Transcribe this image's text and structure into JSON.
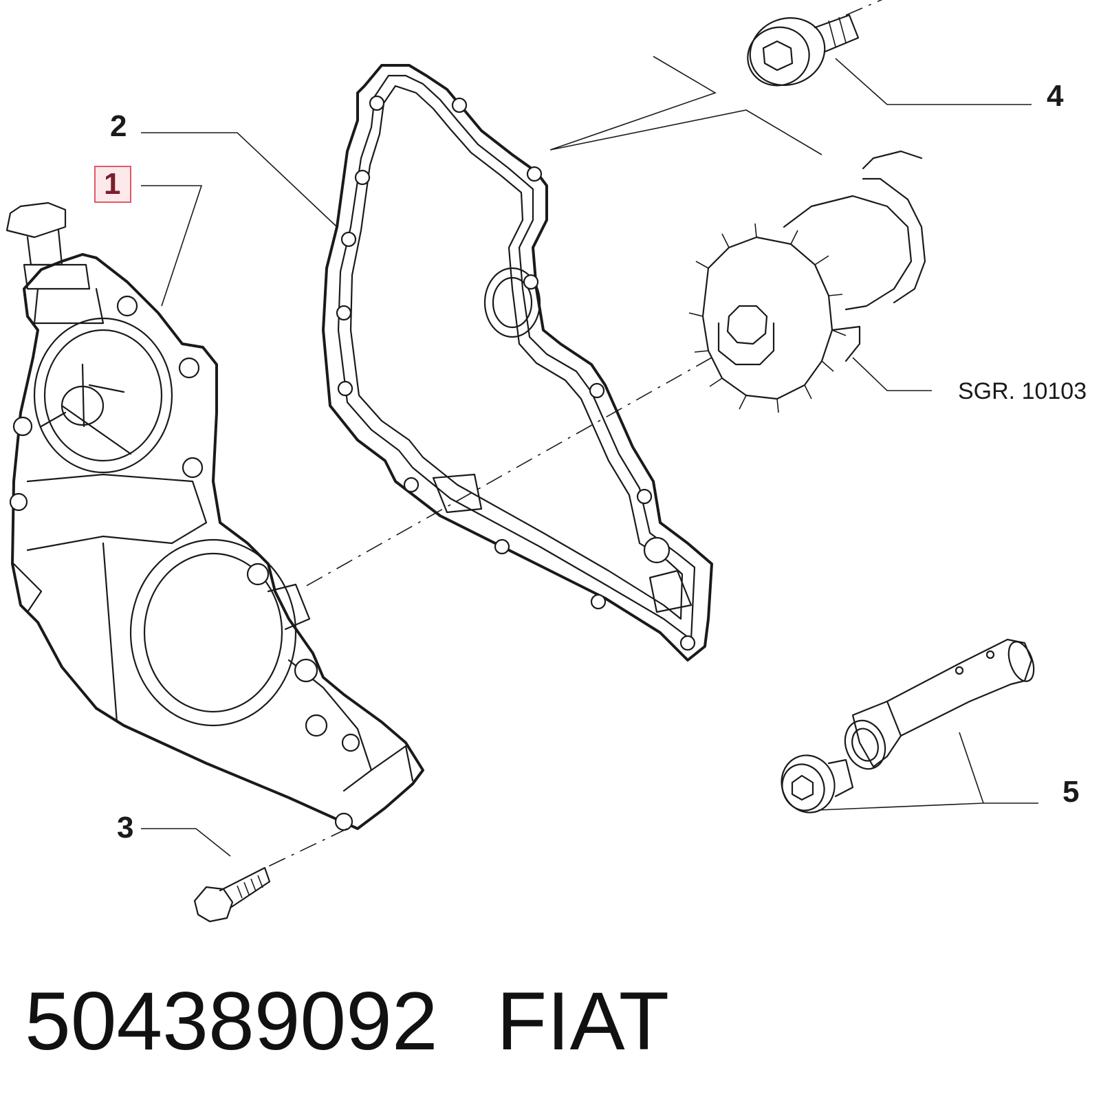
{
  "callouts": {
    "part_1": "1",
    "part_2": "2",
    "part_3": "3",
    "part_4": "4",
    "part_5": "5",
    "group_ref": "SGR. 10103"
  },
  "highlighted_part": "1",
  "highlight_color": "#e05a66",
  "caption": {
    "part_number": "504389092",
    "brand": "FIAT"
  }
}
